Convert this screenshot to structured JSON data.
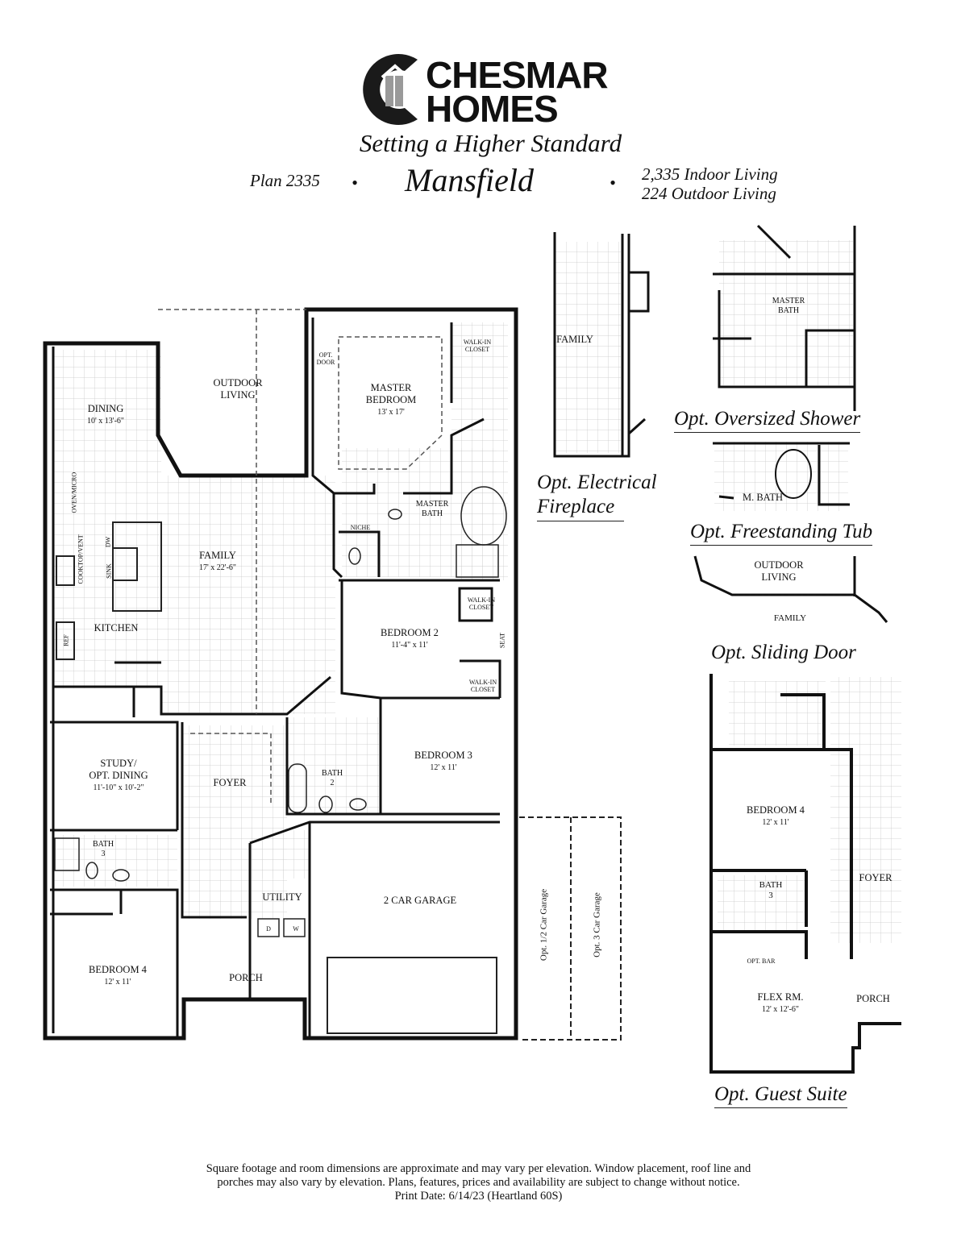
{
  "brand": {
    "line1": "CHESMAR",
    "line2": "HOMES",
    "tagline": "Setting a Higher Standard"
  },
  "plan": {
    "number": "Plan 2335",
    "name": "Mansfield",
    "bullet": "•",
    "indoor": "2,335 Indoor Living",
    "outdoor": "224 Outdoor Living"
  },
  "rooms": {
    "dining": {
      "name": "DINING",
      "dims": "10' x 13'-6\""
    },
    "outdoor_living": {
      "line1": "OUTDOOR",
      "line2": "LIVING"
    },
    "opt_door": {
      "line1": "OPT.",
      "line2": "DOOR"
    },
    "master_bedroom": {
      "line1": "MASTER",
      "line2": "BEDROOM",
      "dims": "13' x 17'"
    },
    "walkin_closet_master": {
      "line1": "WALK-IN",
      "line2": "CLOSET"
    },
    "oven_micro": "OVEN/MICRO",
    "cooktop_vent": "COOKTOP/VENT",
    "dw": "DW",
    "sink": "SINK",
    "ref": "REF",
    "family": {
      "name": "FAMILY",
      "dims": "17' x 22'-6\""
    },
    "kitchen": "KITCHEN",
    "niche": "NICHE",
    "master_bath": {
      "line1": "MASTER",
      "line2": "BATH"
    },
    "walkin_closet_2": {
      "line1": "WALK-IN",
      "line2": "CLOSET"
    },
    "bedroom2": {
      "name": "BEDROOM 2",
      "dims": "11'-4\" x 11'"
    },
    "seat": "SEAT",
    "walkin_closet_3": {
      "line1": "WALK-IN",
      "line2": "CLOSET"
    },
    "study": {
      "line1": "STUDY/",
      "line2": "OPT. DINING",
      "dims": "11'-10\" x 10'-2\""
    },
    "foyer": "FOYER",
    "bath2": {
      "line1": "BATH",
      "line2": "2"
    },
    "bedroom3": {
      "name": "BEDROOM 3",
      "dims": "12' x 11'"
    },
    "bath3": {
      "line1": "BATH",
      "line2": "3"
    },
    "utility": "UTILITY",
    "dryer": "D",
    "washer": "W",
    "garage": "2  CAR GARAGE",
    "opt_half_garage": "Opt. 1/2 Car Garage",
    "opt_3_garage": "Opt. 3 Car Garage",
    "bedroom4": {
      "name": "BEDROOM 4",
      "dims": "12' x 11'"
    },
    "porch": "PORCH"
  },
  "options": {
    "electrical_fireplace": {
      "room": "FAMILY",
      "line1": "Opt. Electrical",
      "line2": "Fireplace"
    },
    "oversized_shower": {
      "room_line1": "MASTER",
      "room_line2": "BATH",
      "title": "Opt. Oversized Shower"
    },
    "freestanding_tub": {
      "room": "M. BATH",
      "title": "Opt. Freestanding Tub"
    },
    "sliding_door": {
      "line1": "OUTDOOR",
      "line2": "LIVING",
      "room": "FAMILY",
      "title": "Opt. Sliding Door"
    },
    "guest_suite": {
      "bedroom": {
        "name": "BEDROOM 4",
        "dims": "12' x 11'"
      },
      "foyer": "FOYER",
      "bath": {
        "line1": "BATH",
        "line2": "3"
      },
      "opt_bar": "OPT. BAR",
      "flex": {
        "name": "FLEX RM.",
        "dims": "12' x 12'-6\""
      },
      "porch": "PORCH",
      "title": "Opt. Guest Suite"
    }
  },
  "footer": {
    "line1": "Square footage and room dimensions are approximate and may vary per elevation. Window placement, roof line and",
    "line2": "porches may also vary by elevation. Plans, features, prices and availability are subject to change without notice.",
    "line3": "Print Date: 6/14/23 (Heartland 60S)"
  }
}
